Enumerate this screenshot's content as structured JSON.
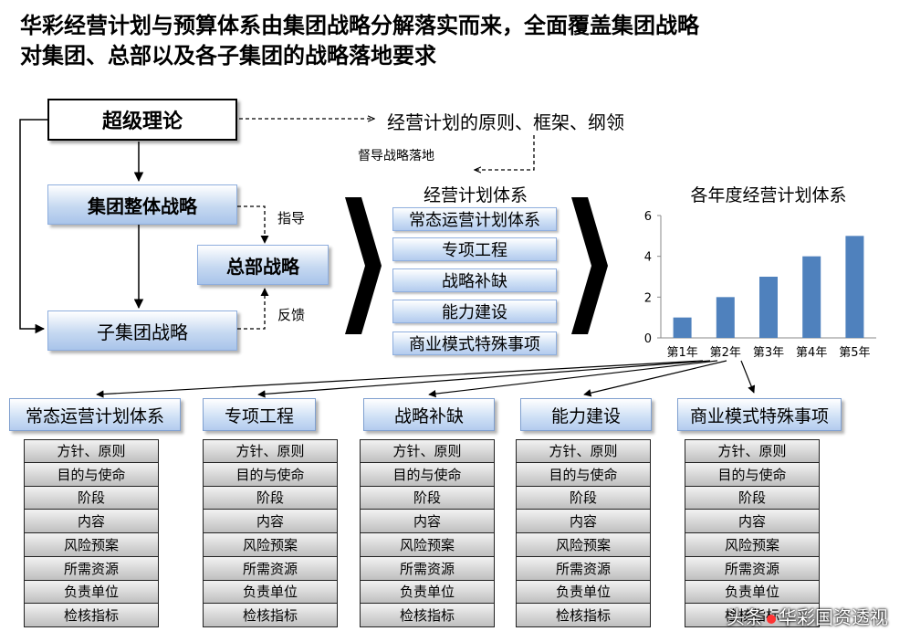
{
  "title_lines": [
    "华彩经营计划与预算体系由集团战略分解落实而来，全面覆盖集团战略",
    "对集团、总部以及各子集团的战略落地要求"
  ],
  "hierarchy": {
    "super_theory": "超级理论",
    "group_strategy": "集团整体战略",
    "hq_strategy": "总部战略",
    "sub_group_strategy": "子集团战略",
    "guide_label": "指导",
    "feedback_label": "反馈"
  },
  "principles_text": "经营计划的原则、框架、纲领",
  "supervise_label": "督导战略落地",
  "plan_system": {
    "title": "经营计划体系",
    "items": [
      "常态运营计划体系",
      "专项工程",
      "战略补缺",
      "能力建设",
      "商业模式特殊事项"
    ]
  },
  "chart_data": {
    "type": "bar",
    "title": "各年度经营计划体系",
    "categories": [
      "第1年",
      "第2年",
      "第3年",
      "第4年",
      "第5年"
    ],
    "values": [
      1,
      2,
      3,
      4,
      5
    ],
    "ylim": [
      0,
      6
    ],
    "yticks": [
      "0",
      "2",
      "4",
      "6"
    ],
    "color": "#4f81bd",
    "grid": false,
    "legend": "none"
  },
  "columns": [
    {
      "head": "常态运营计划体系",
      "rows": [
        "方针、原则",
        "目的与使命",
        "阶段",
        "内容",
        "风险预案",
        "所需资源",
        "负责单位",
        "检核指标"
      ]
    },
    {
      "head": "专项工程",
      "rows": [
        "方针、原则",
        "目的与使命",
        "阶段",
        "内容",
        "风险预案",
        "所需资源",
        "负责单位",
        "检核指标"
      ]
    },
    {
      "head": "战略补缺",
      "rows": [
        "方针、原则",
        "目的与使命",
        "阶段",
        "内容",
        "风险预案",
        "所需资源",
        "负责单位",
        "检核指标"
      ]
    },
    {
      "head": "能力建设",
      "rows": [
        "方针、原则",
        "目的与使命",
        "阶段",
        "内容",
        "风险预案",
        "所需资源",
        "负责单位",
        "检核指标"
      ]
    },
    {
      "head": "商业模式特殊事项",
      "rows": [
        "方针、原则",
        "目的与使命",
        "阶段",
        "内容",
        "风险预案",
        "所需资源",
        "负责单位",
        "检核指标"
      ]
    }
  ],
  "watermark": {
    "head": "头条",
    "name": "华彩国资透视"
  }
}
